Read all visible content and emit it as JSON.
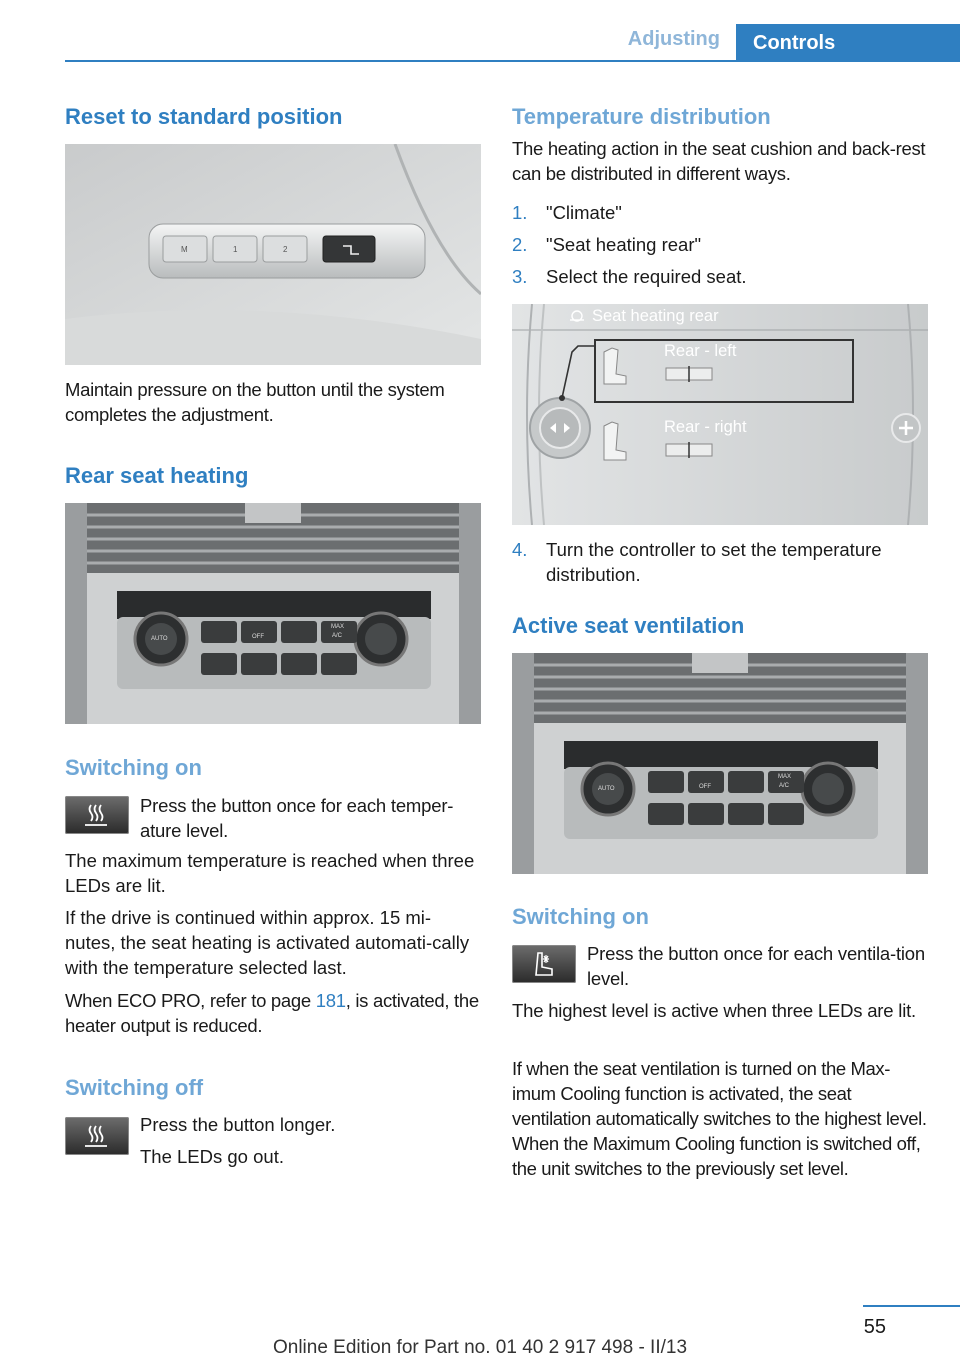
{
  "header": {
    "section": "Adjusting",
    "tab": "Controls"
  },
  "left": {
    "reset_title": "Reset to standard position",
    "reset_text": "Maintain pressure on the button until the system completes the adjustment.",
    "rear_title": "Rear seat heating",
    "switch_on_title": "Switching on",
    "switch_on_text": "Press the button once for each temper‐ature level.",
    "max_temp_text": "The maximum temperature is reached when three LEDs are lit.",
    "continued_text": "If the drive is continued within approx. 15 mi‐nutes, the seat heating is activated automati‐cally with the temperature selected last.",
    "eco_before": "When ECO PRO, refer to page ",
    "eco_page": "181",
    "eco_after": ", is activated, the heater output is reduced.",
    "switch_off_title": "Switching off",
    "switch_off_text1": "Press the button longer.",
    "switch_off_text2": "The LEDs go out."
  },
  "right": {
    "temp_title": "Temperature distribution",
    "temp_text": "The heating action in the seat cushion and back‐rest can be distributed in different ways.",
    "steps": [
      {
        "n": "1.",
        "text": "\"Climate\""
      },
      {
        "n": "2.",
        "text": "\"Seat heating rear\""
      },
      {
        "n": "3.",
        "text": "Select the required seat."
      }
    ],
    "screen": {
      "title": "Seat heating rear",
      "rear_left": "Rear - left",
      "rear_right": "Rear - right"
    },
    "step4": {
      "n": "4.",
      "text": "Turn the controller to set the temperature distribution."
    },
    "vent_title": "Active seat ventilation",
    "switch_on_title": "Switching on",
    "switch_on_text": "Press the button once for each ventila‐tion level.",
    "highest_text": "The highest level is active when three LEDs are lit.",
    "maxcool_text": "If when the seat ventilation is turned on the Max‐imum Cooling function is activated, the seat ventilation automatically switches to the highest level. When the Maximum Cooling function is switched off, the unit switches to the previously set level."
  },
  "panel_labels": {
    "auto": "AUTO",
    "off": "OFF",
    "max": "MAX",
    "ac": "A/C",
    "m": "M",
    "one": "1",
    "two": "2"
  },
  "footer": {
    "page": "55",
    "edition": "Online Edition for Part no. 01 40 2 917 498 - II/13"
  },
  "icons": {
    "seat_heating": "seat-heating-icon",
    "seat_ventilation": "seat-ventilation-icon"
  }
}
